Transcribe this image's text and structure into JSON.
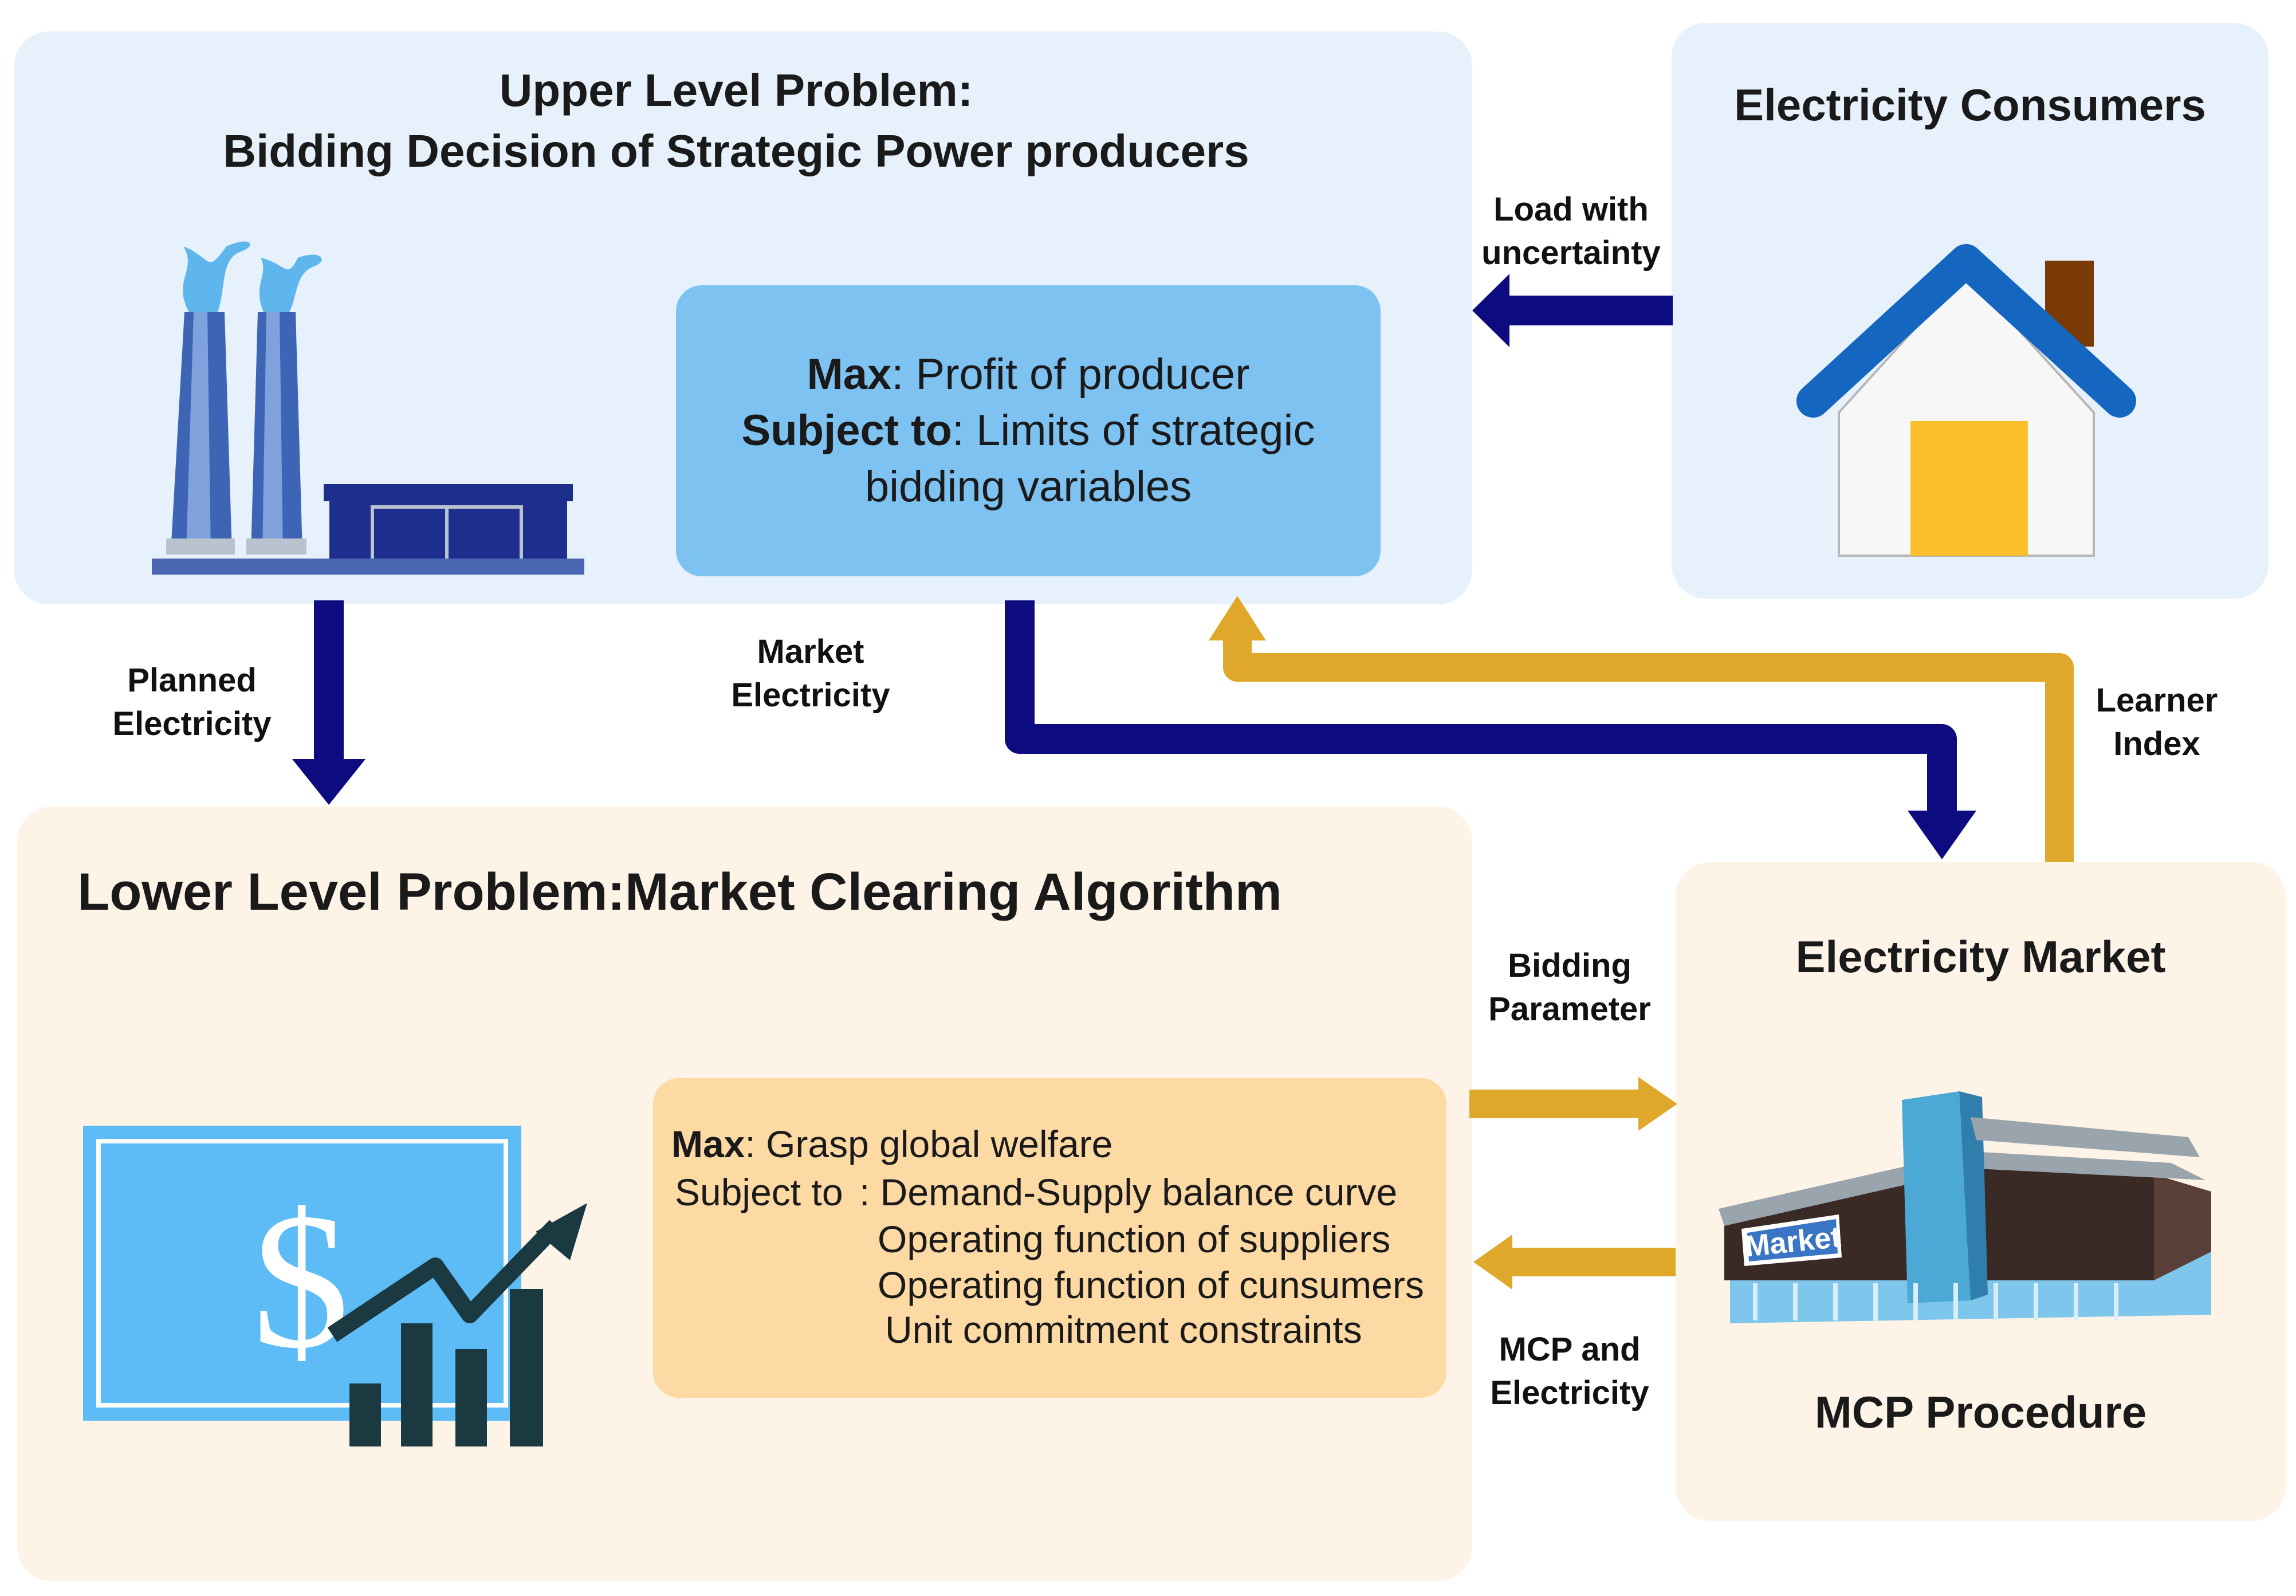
{
  "upper": {
    "title_line1": "Upper Level Problem:",
    "title_line2": "Bidding Decision of Strategic Power producers",
    "objective": {
      "max_key": "Max",
      "max_text": ": Profit of producer",
      "st_key": "Subject to",
      "st_text": ": Limits of strategic",
      "st_text2": "bidding variables"
    }
  },
  "consumers": {
    "title": "Electricity Consumers"
  },
  "lower": {
    "title": "Lower Level Problem:Market Clearing Algorithm",
    "objective": {
      "max_key": "Max",
      "max_text": ": Grasp global welfare",
      "st_key": "Subject to",
      "constraints": [
        ": Demand-Supply balance curve",
        "Operating function of suppliers",
        "Operating function of cunsumers",
        "Unit commitment constraints"
      ]
    }
  },
  "market": {
    "title": "Electricity Market",
    "sign": "Market",
    "procedure": "MCP Procedure"
  },
  "labels": {
    "load_line1": "Load with",
    "load_line2": "uncertainty",
    "planned_line1": "Planned",
    "planned_line2": "Electricity",
    "market_elec_line1": "Market",
    "market_elec_line2": "Electricity",
    "learner_line1": "Learner",
    "learner_line2": "Index",
    "bidding_line1": "Bidding",
    "bidding_line2": "Parameter",
    "mcp_line1": "MCP and",
    "mcp_line2": "Electricity"
  },
  "icons": {
    "dollar_sign": "$"
  },
  "colors": {
    "navy_arrow": "#0c0c80",
    "gold_arrow": "#e0a82a",
    "upper_panel": "#e6f1fb",
    "lower_panel": "#fef3e7",
    "upper_objective": "#7ec2f2",
    "lower_objective": "#fdd9a3"
  }
}
